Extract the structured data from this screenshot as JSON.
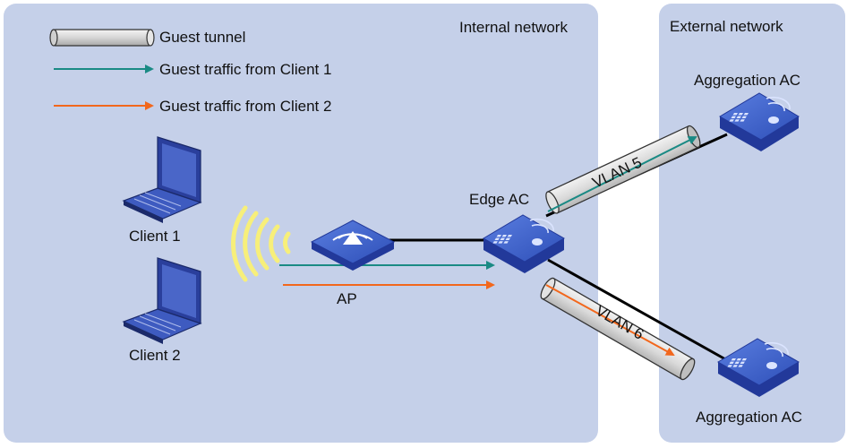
{
  "zones": {
    "internal": "Internal network",
    "external": "External network"
  },
  "legend": {
    "tunnel": "Guest tunnel",
    "traffic1": "Guest traffic from Client 1",
    "traffic2": "Guest traffic from Client 2"
  },
  "devices": {
    "client1": "Client 1",
    "client2": "Client 2",
    "ap": "AP",
    "edge_ac": "Edge AC",
    "agg_ac_top": "Aggregation AC",
    "agg_ac_bottom": "Aggregation AC"
  },
  "tunnels": {
    "vlan5": "VLAN 5",
    "vlan6": "VLAN 6"
  },
  "colors": {
    "zone_fill": "#c5d0e9",
    "client1_traffic": "#1a8a84",
    "client2_traffic": "#f2671c",
    "device_blue": "#3a5cc8",
    "tunnel_fill": "#d9d9d9",
    "wifi_signal": "#f7ef7a"
  },
  "icons": [
    "laptop-icon",
    "access-point-icon",
    "access-controller-icon",
    "wifi-signal-icon",
    "tunnel-pipe-icon"
  ]
}
